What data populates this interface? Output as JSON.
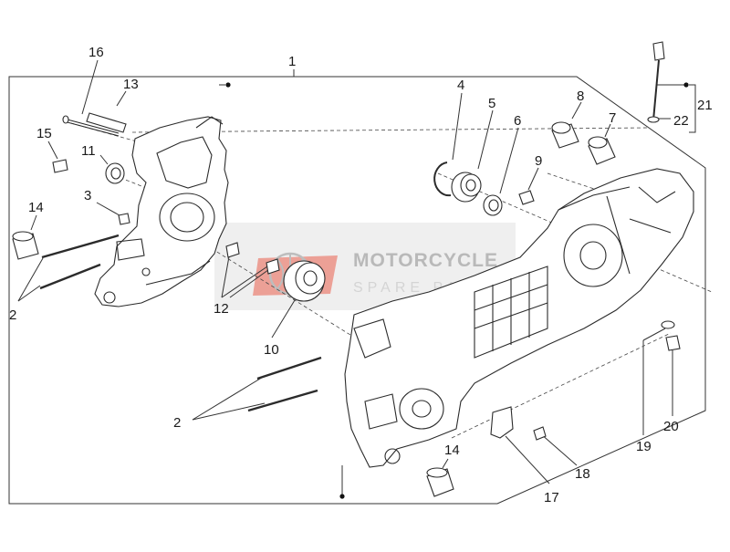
{
  "diagram": {
    "type": "exploded-parts-diagram",
    "subject": "crankcase",
    "line_color": "#2b2b2b",
    "watermark": {
      "title": "MOTORCYCLE",
      "subtitle": "SPARE PARTS",
      "logo_color": "#e8402a",
      "panel_color": "#e2e2e2"
    },
    "callouts": [
      {
        "id": "c1",
        "label": "1"
      },
      {
        "id": "c2a",
        "label": "2"
      },
      {
        "id": "c2b",
        "label": "2"
      },
      {
        "id": "c3",
        "label": "3"
      },
      {
        "id": "c4",
        "label": "4"
      },
      {
        "id": "c5",
        "label": "5"
      },
      {
        "id": "c6",
        "label": "6"
      },
      {
        "id": "c7",
        "label": "7"
      },
      {
        "id": "c8",
        "label": "8"
      },
      {
        "id": "c9",
        "label": "9"
      },
      {
        "id": "c10",
        "label": "10"
      },
      {
        "id": "c11",
        "label": "11"
      },
      {
        "id": "c12",
        "label": "12"
      },
      {
        "id": "c13",
        "label": "13"
      },
      {
        "id": "c14a",
        "label": "14"
      },
      {
        "id": "c14b",
        "label": "14"
      },
      {
        "id": "c15",
        "label": "15"
      },
      {
        "id": "c16",
        "label": "16"
      },
      {
        "id": "c17",
        "label": "17"
      },
      {
        "id": "c18",
        "label": "18"
      },
      {
        "id": "c19",
        "label": "19"
      },
      {
        "id": "c20",
        "label": "20"
      },
      {
        "id": "c21",
        "label": "21"
      },
      {
        "id": "c22",
        "label": "22"
      }
    ]
  }
}
